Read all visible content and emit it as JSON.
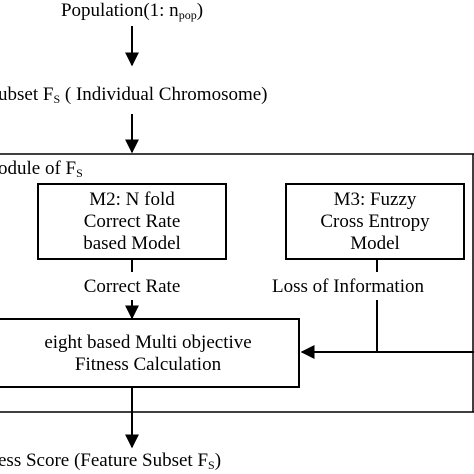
{
  "population": {
    "text": "Population(1: n",
    "sub": "pop",
    "close": ")"
  },
  "subset": {
    "text": "ubset F",
    "sub": "S",
    "rest": " ( Individual Chromosome)"
  },
  "module": {
    "text": "odule of F",
    "sub": "S"
  },
  "m2": {
    "lines": [
      "M2: N fold",
      "Correct Rate",
      "based Model"
    ]
  },
  "m3": {
    "lines": [
      "M3: Fuzzy",
      "Cross Entropy",
      "Model"
    ]
  },
  "correct_rate": "Correct Rate",
  "loss": "Loss of Information",
  "fitness": {
    "lines": [
      "eight based Multi objective",
      "Fitness Calculation"
    ]
  },
  "score": {
    "text": "ess Score (Feature Subset F",
    "sub": "S",
    "close": ")"
  }
}
